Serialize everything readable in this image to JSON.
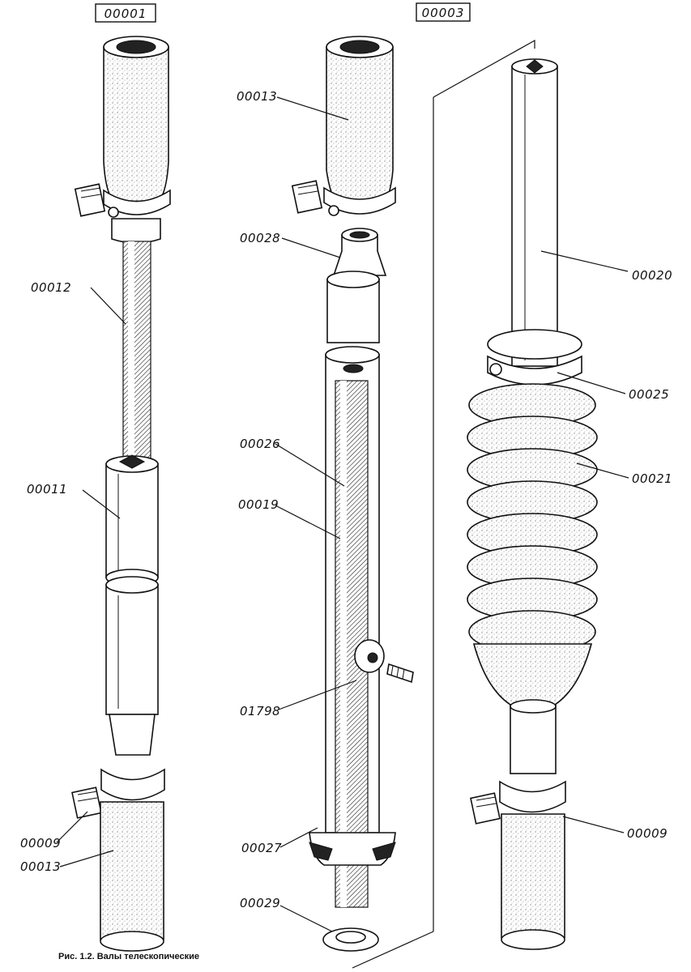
{
  "assemblies": [
    {
      "label": "00001"
    },
    {
      "label": "00003"
    }
  ],
  "parts": {
    "left_00012": "00012",
    "left_00011": "00011",
    "left_00009": "00009",
    "left_00013": "00013",
    "mid_00013": "00013",
    "mid_00028": "00028",
    "mid_00026": "00026",
    "mid_00019": "00019",
    "mid_01798": "01798",
    "mid_00027": "00027",
    "mid_00029": "00029",
    "right_00020": "00020",
    "right_00025": "00025",
    "right_00021": "00021",
    "right_00009": "00009"
  },
  "caption": "Рис. 1.2. Валы телескопические"
}
